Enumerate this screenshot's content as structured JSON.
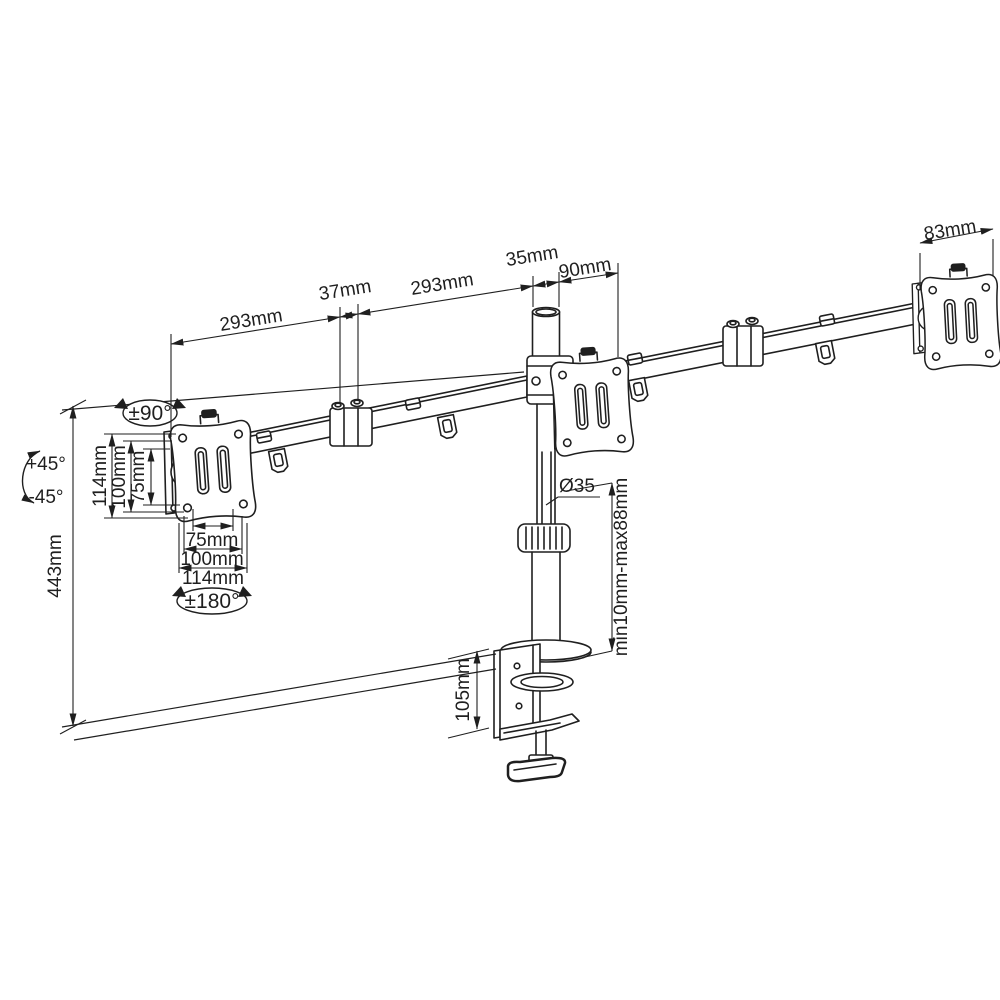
{
  "diagram": {
    "subject": "Triple monitor desk mount arm - dimensional line drawing"
  },
  "colors": {
    "line": "#1f1f1f",
    "background": "#ffffff"
  },
  "dimensions": {
    "arm_left_segment": "293mm",
    "center_joint_width": "37mm",
    "arm_right_segment": "293mm",
    "pole_top_diameter": "35mm",
    "pole_to_arm_offset": "90mm",
    "right_plate_width": "83mm",
    "plate_outer_height": "114mm",
    "plate_hole_pitch_vertical": "100mm",
    "plate_slot_pitch_vertical": "75mm",
    "plate_slot_pitch_horizontal": "75mm",
    "plate_hole_pitch_horizontal": "100mm",
    "plate_outer_width": "114mm",
    "pole_height": "443mm",
    "pole_diameter_label": "Ø35",
    "clamp_desk_thickness": "min10mm-max88mm",
    "clamp_opening_height": "105mm"
  },
  "angles": {
    "swivel": "±90°",
    "rotation": "±180°",
    "tilt_up": "+45°",
    "tilt_down": "-45°"
  }
}
